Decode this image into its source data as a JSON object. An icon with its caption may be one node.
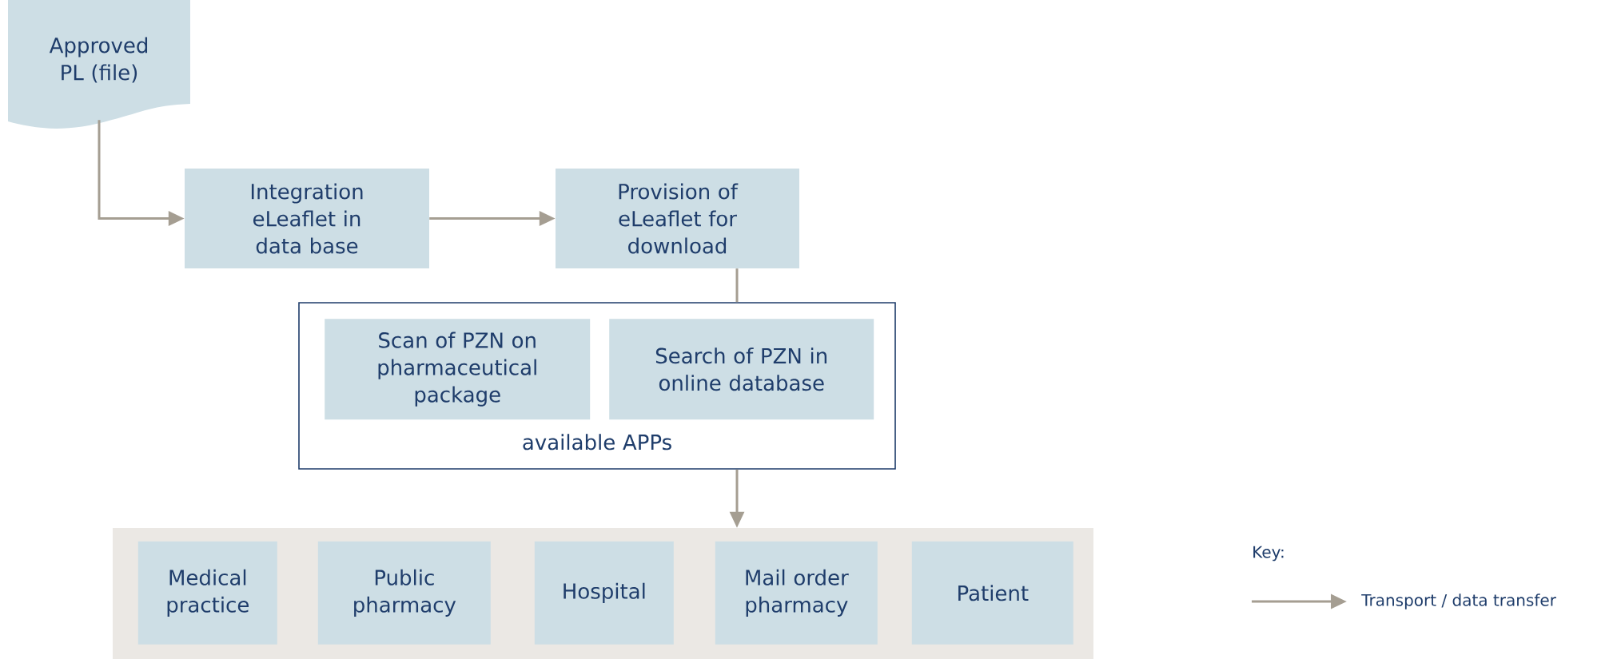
{
  "diagram": {
    "nodes": [
      {
        "text": [
          "Approved PL (file)"
        ]
      },
      {
        "text": [
          "Integration eLeaflet in data base"
        ]
      },
      {
        "text": [
          "Provision of eLeaflet for download"
        ]
      },
      {
        "text": [
          "available APPs"
        ]
      },
      {
        "text": [
          "Scan of PZN on pharmaceutical package"
        ],
        "in": 3
      },
      {
        "text": [
          "Search of PZN in online database"
        ],
        "in": 3
      },
      {
        "text": [],
        "shape": "box"
      },
      {
        "text": [
          "Medical practice"
        ],
        "in": 6
      },
      {
        "text": [
          "Public pharmacy"
        ],
        "in": 6
      },
      {
        "text": [
          "Hospital"
        ],
        "in": 6
      },
      {
        "text": [
          "Mail order pharmacy"
        ],
        "in": 6
      },
      {
        "text": [
          "Patient"
        ],
        "in": 6
      }
    ],
    "edges": [
      {
        "from": 0,
        "to": 1,
        "arrow": "to"
      },
      {
        "from": 1,
        "to": 2,
        "arrow": "to"
      },
      {
        "from": 2,
        "to": 3,
        "arrow": "none"
      },
      {
        "from": 3,
        "to": 6,
        "arrow": "to"
      }
    ],
    "labels": [
      "Key:"
    ],
    "legend": [
      {
        "text": "Transport / data transfer"
      }
    ]
  }
}
